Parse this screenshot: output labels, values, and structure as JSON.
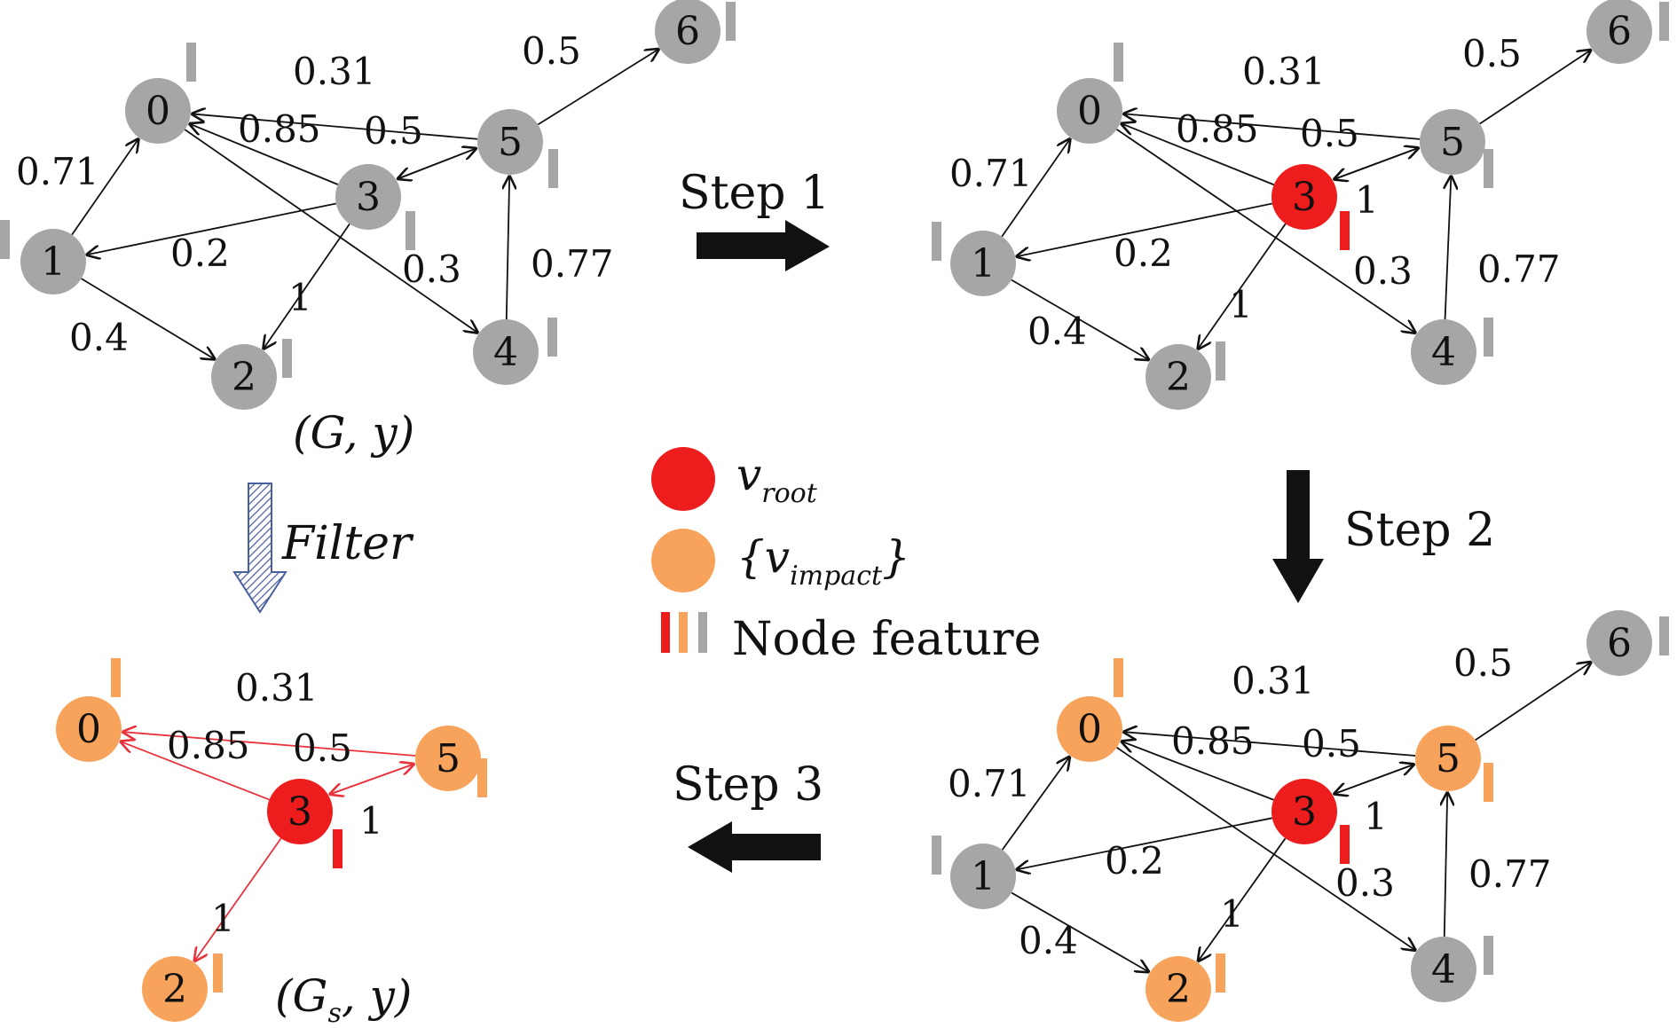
{
  "colors": {
    "gray": "#a6a6a6",
    "root": "#ee1d1d",
    "impact": "#f7a35c",
    "edge": "#111111",
    "edge_sub": "#e8323c",
    "feat_gray": "#a6a6a6",
    "feat_orange": "#f7a35c",
    "feat_red": "#ee1d1d",
    "filter_arrow": "#4a5f9e"
  },
  "graph_edges": [
    {
      "from": "5",
      "to": "0",
      "label": "0.31"
    },
    {
      "from": "3",
      "to": "0",
      "label": "0.85"
    },
    {
      "from": "3",
      "to": "5",
      "label": "0.5"
    },
    {
      "from": "5",
      "to": "3",
      "label": ""
    },
    {
      "from": "1",
      "to": "0",
      "label": "0.71"
    },
    {
      "from": "3",
      "to": "1",
      "label": "0.2"
    },
    {
      "from": "3",
      "to": "2",
      "label": "1"
    },
    {
      "from": "1",
      "to": "2",
      "label": "0.4"
    },
    {
      "from": "0",
      "to": "4",
      "label": "0.3"
    },
    {
      "from": "4",
      "to": "5",
      "label": "0.77"
    },
    {
      "from": "5",
      "to": "6",
      "label": "0.5"
    }
  ],
  "panels": {
    "original": {
      "caption": "(G,  y)",
      "node_colors": {
        "0": "gray",
        "1": "gray",
        "2": "gray",
        "3": "gray",
        "4": "gray",
        "5": "gray",
        "6": "gray"
      }
    },
    "step1": {
      "node_colors": {
        "0": "gray",
        "1": "gray",
        "2": "gray",
        "3": "root",
        "4": "gray",
        "5": "gray",
        "6": "gray"
      },
      "extra_label": "1"
    },
    "step2": {
      "node_colors": {
        "0": "impact",
        "1": "gray",
        "2": "impact",
        "3": "root",
        "4": "gray",
        "5": "impact",
        "6": "gray"
      },
      "extra_label": "1"
    },
    "subgraph": {
      "caption_main": "(G",
      "caption_sub": "s",
      "caption_tail": ",  y)",
      "node_colors": {
        "0": "impact",
        "2": "impact",
        "3": "root",
        "5": "impact"
      },
      "extra_label": "1"
    }
  },
  "steps": {
    "step1": "Step 1",
    "step2": "Step 2",
    "step3": "Step 3",
    "filter": "Filter"
  },
  "legend": {
    "root_main": "v",
    "root_sub": "root",
    "impact_open": "{v",
    "impact_sub": "impact",
    "impact_close": "}",
    "feature": "Node feature"
  }
}
